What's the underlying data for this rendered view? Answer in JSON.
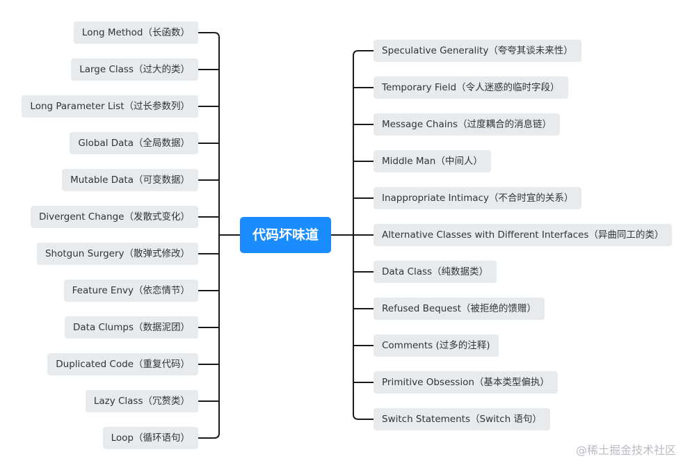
{
  "center": {
    "label": "代码坏味道",
    "color": "#1a8cff"
  },
  "left_nodes": [
    "Long Method（长函数）",
    "Large Class（过大的类）",
    "Long Parameter List（过长参数列）",
    "Global Data（全局数据）",
    "Mutable Data（可变数据）",
    "Divergent Change（发散式变化）",
    "Shotgun Surgery（散弹式修改）",
    "Feature Envy（依恋情节）",
    "Data Clumps（数据泥团）",
    "Duplicated Code（重复代码）",
    "Lazy Class（冗赘类）",
    "Loop（循环语句）"
  ],
  "right_nodes": [
    "Speculative Generality（夸夸其谈未来性）",
    "Temporary Field（令人迷惑的临时字段）",
    "Message Chains（过度耦合的消息链）",
    "Middle Man（中间人）",
    "Inappropriate Intimacy（不合时宜的关系）",
    "Alternative Classes with Different Interfaces（异曲同工的类）",
    "Data Class（纯数据类）",
    "Refused Bequest（被拒绝的馈赠）",
    "Comments (过多的注释)",
    "Primitive Obsession（基本类型偏执）",
    "Switch Statements（Switch 语句）"
  ],
  "watermark": "@稀土掘金技术社区",
  "colors": {
    "node_bg": "#e8ebee",
    "line": "#1a1a1a",
    "text": "#333333"
  }
}
